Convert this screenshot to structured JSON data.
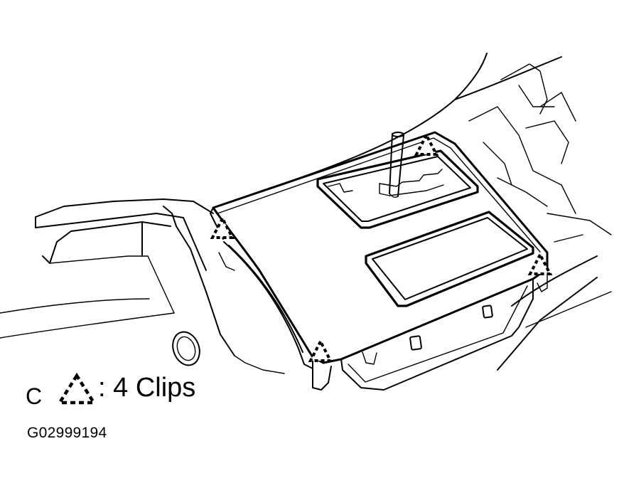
{
  "legend": {
    "letter": "C",
    "clip_icon": "dashed-triangle-clip-icon",
    "separator": ":",
    "text": "4 Clips"
  },
  "figure_code": "G02999194"
}
